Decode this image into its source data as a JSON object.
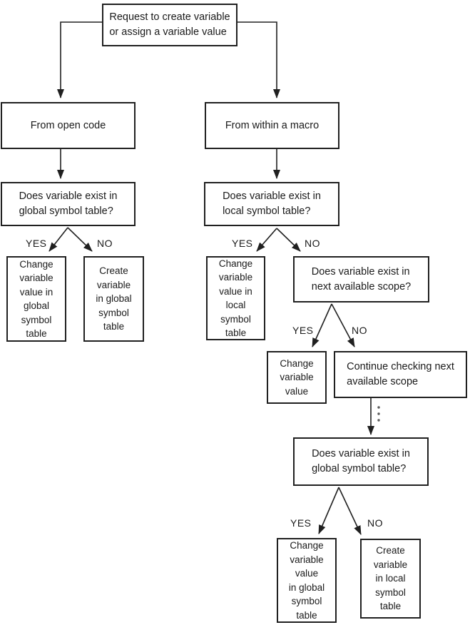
{
  "diagram": {
    "description": "Flowchart: request to create variable or assign a variable value",
    "colors": {
      "background": "#ffffff",
      "box_border": "#202020",
      "line": "#202020",
      "text": "#1a1a1a"
    },
    "icons": {
      "connector_ellipsis": "vertical-ellipsis"
    },
    "labels": {
      "yes": "YES",
      "no": "NO"
    },
    "nodes": {
      "request": {
        "label": "Request to create variable\nor assign  a variable value"
      },
      "from_open_code": {
        "label": "From open code"
      },
      "from_within_macro": {
        "label": "From within a macro"
      },
      "exists_global_open": {
        "label": "Does variable exist in\nglobal symbol table?"
      },
      "change_global_open": {
        "label": "Change\nvariable\nvalue in\nglobal\nsymbol\ntable"
      },
      "create_global_open": {
        "label": "Create\nvariable\nin global\nsymbol\ntable"
      },
      "exists_local": {
        "label": "Does variable exist in\nlocal symbol table?"
      },
      "change_local": {
        "label": "Change\nvariable\nvalue in\nlocal\nsymbol\ntable"
      },
      "exists_next_scope": {
        "label": "Does variable exist in\nnext available scope?"
      },
      "change_value": {
        "label": "Change\nvariable\nvalue"
      },
      "continue_checking": {
        "label": "Continue checking next\navailable scope"
      },
      "exists_global_macro": {
        "label": "Does variable exist in\nglobal symbol table?"
      },
      "change_global_macro": {
        "label": "Change\nvariable\nvalue\nin global\nsymbol\ntable"
      },
      "create_local": {
        "label": "Create\nvariable\nin local\nsymbol\ntable"
      }
    }
  }
}
